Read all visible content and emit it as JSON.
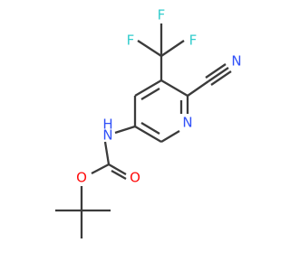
{
  "molecule": {
    "atoms": {
      "fluorine_top_center": "F",
      "fluorine_left": "F",
      "fluorine_right": "F",
      "nitrile_nitrogen": "N",
      "ring_nitrogen": "N",
      "amide_nitrogen": "N",
      "amide_hydrogen": "H",
      "ester_oxygen": "O",
      "carbonyl_oxygen": "O"
    },
    "colors": {
      "bond": "#3b3b3b",
      "fluorine": "#33cccc",
      "nitrogen": "#3050f8",
      "oxygen": "#ff0d0d"
    }
  }
}
